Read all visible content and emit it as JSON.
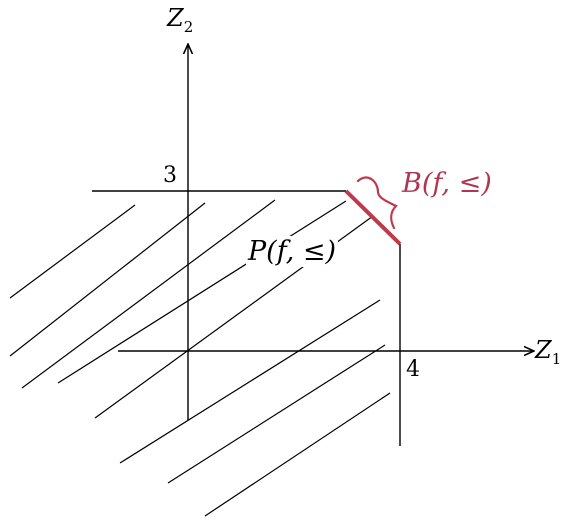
{
  "axes": {
    "x_label": "Z",
    "x_label_sub": "1",
    "y_label": "Z",
    "y_label_sub": "2"
  },
  "ticks": {
    "y_value": "3",
    "x_value": "4"
  },
  "regions": {
    "feasible_label": "P(f, ≤)",
    "boundary_label": "B(f, ≤)"
  },
  "colors": {
    "axis": "#000000",
    "hatch": "#000000",
    "boundary": "#c0394b",
    "brace": "#c0394b",
    "boundary_label": "#b03550"
  }
}
